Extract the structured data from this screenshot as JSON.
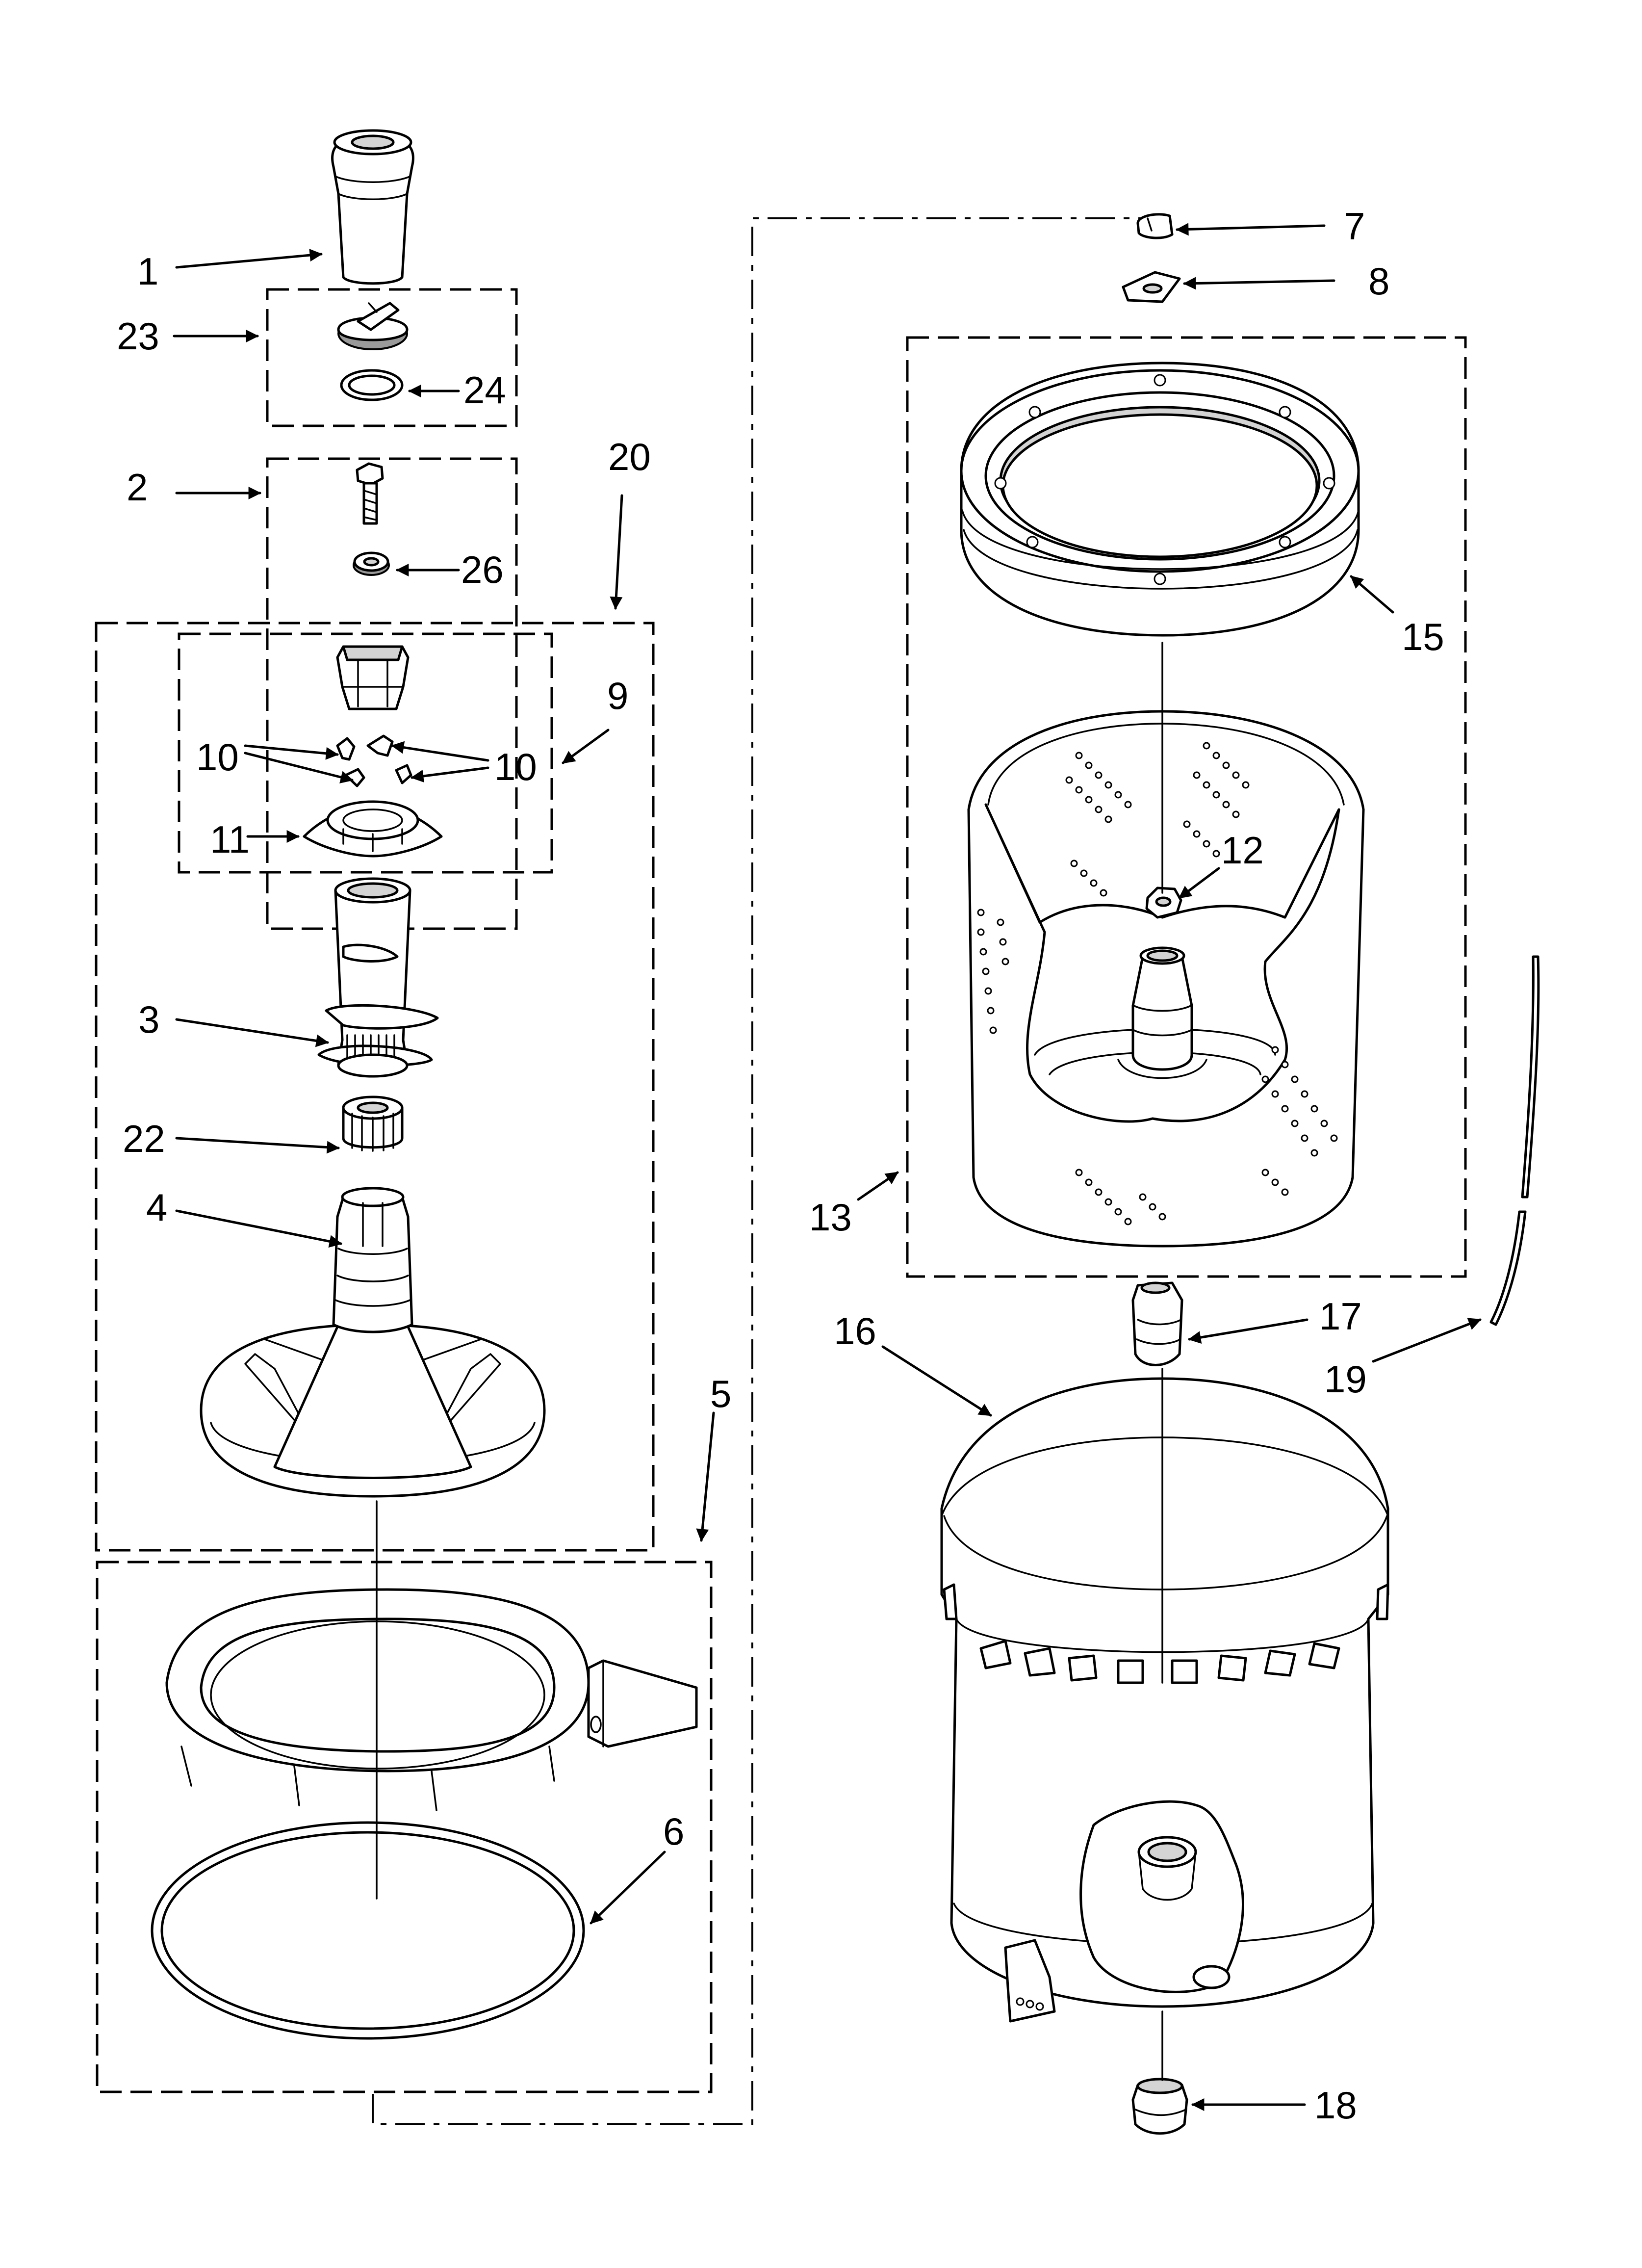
{
  "callouts": {
    "c1": "1",
    "c2": "2",
    "c3": "3",
    "c4": "4",
    "c5": "5",
    "c6": "6",
    "c7": "7",
    "c8": "8",
    "c9": "9",
    "c10a": "10",
    "c10b": "10",
    "c11": "11",
    "c12": "12",
    "c13": "13",
    "c15": "15",
    "c16": "16",
    "c17": "17",
    "c18": "18",
    "c19": "19",
    "c20": "20",
    "c22": "22",
    "c23": "23",
    "c24": "24",
    "c26": "26"
  }
}
